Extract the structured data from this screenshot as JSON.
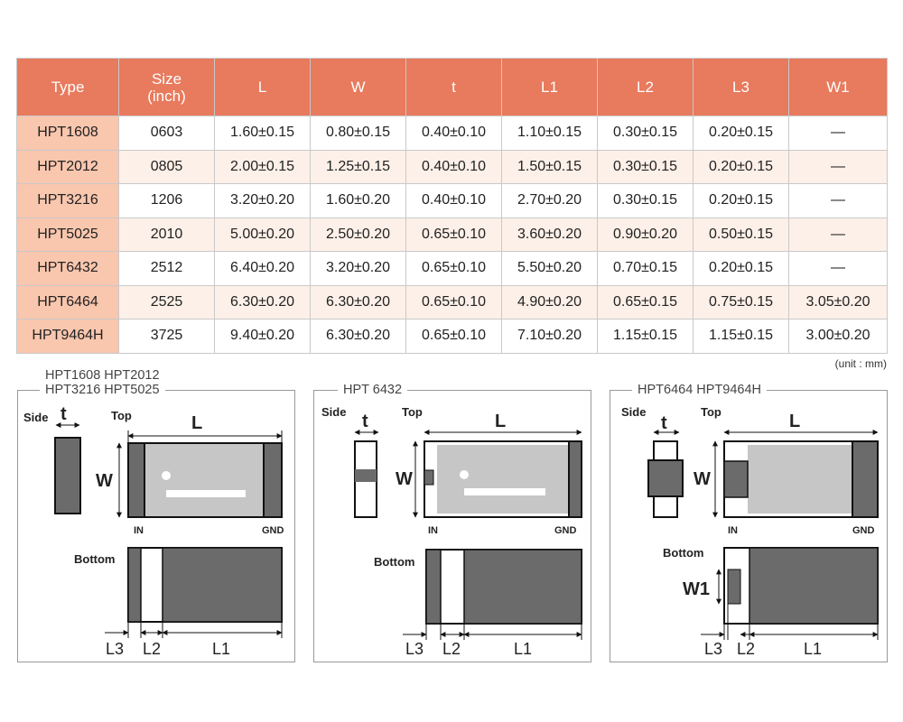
{
  "table": {
    "headers": [
      "Type",
      "Size\n(inch)",
      "L",
      "W",
      "t",
      "L1",
      "L2",
      "L3",
      "W1"
    ],
    "rows": [
      [
        "HPT1608",
        "0603",
        "1.60±0.15",
        "0.80±0.15",
        "0.40±0.10",
        "1.10±0.15",
        "0.30±0.15",
        "0.20±0.15",
        "—"
      ],
      [
        "HPT2012",
        "0805",
        "2.00±0.15",
        "1.25±0.15",
        "0.40±0.10",
        "1.50±0.15",
        "0.30±0.15",
        "0.20±0.15",
        "—"
      ],
      [
        "HPT3216",
        "1206",
        "3.20±0.20",
        "1.60±0.20",
        "0.40±0.10",
        "2.70±0.20",
        "0.30±0.15",
        "0.20±0.15",
        "—"
      ],
      [
        "HPT5025",
        "2010",
        "5.00±0.20",
        "2.50±0.20",
        "0.65±0.10",
        "3.60±0.20",
        "0.90±0.20",
        "0.50±0.15",
        "—"
      ],
      [
        "HPT6432",
        "2512",
        "6.40±0.20",
        "3.20±0.20",
        "0.65±0.10",
        "5.50±0.20",
        "0.70±0.15",
        "0.20±0.15",
        "—"
      ],
      [
        "HPT6464",
        "2525",
        "6.30±0.20",
        "6.30±0.20",
        "0.65±0.10",
        "4.90±0.20",
        "0.65±0.15",
        "0.75±0.15",
        "3.05±0.20"
      ],
      [
        "HPT9464H",
        "3725",
        "9.40±0.20",
        "6.30±0.20",
        "0.65±0.10",
        "7.10±0.20",
        "1.15±0.15",
        "1.15±0.15",
        "3.00±0.20"
      ]
    ]
  },
  "unit_note": "(unit : mm)",
  "panels": [
    {
      "title_lines": [
        "HPT1608 HPT2012",
        "HPT3216 HPT5025"
      ]
    },
    {
      "title_lines": [
        "HPT 6432"
      ]
    },
    {
      "title_lines": [
        "HPT6464 HPT9464H"
      ]
    }
  ],
  "labels": {
    "side": "Side",
    "top": "Top",
    "bottom": "Bottom",
    "t": "t",
    "L": "L",
    "W": "W",
    "W1": "W1",
    "in": "IN",
    "gnd": "GND",
    "L1": "L1",
    "L2": "L2",
    "L3": "L3"
  },
  "colors": {
    "header_bg": "#e87a5d",
    "type_bg": "#f9c6ae",
    "alt_row_bg": "#fdf0e8",
    "electrode": "#6b6b6b",
    "body": "#c6c6c6"
  }
}
